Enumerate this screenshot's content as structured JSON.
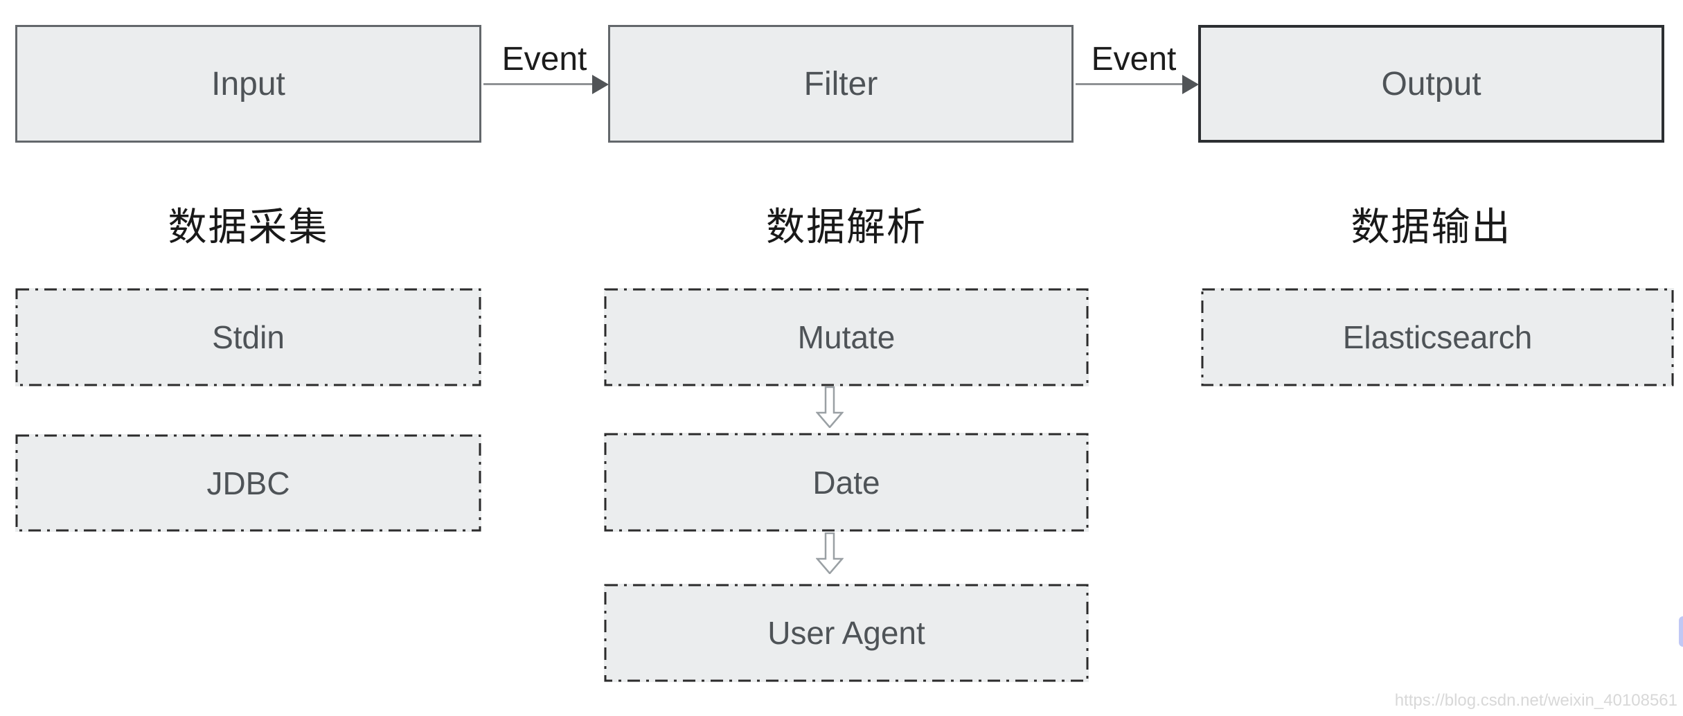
{
  "diagram": {
    "stages": [
      {
        "label": "Input",
        "category": "数据采集",
        "plugins": [
          "Stdin",
          "JDBC"
        ]
      },
      {
        "label": "Filter",
        "category": "数据解析",
        "plugins": [
          "Mutate",
          "Date",
          "User Agent"
        ]
      },
      {
        "label": "Output",
        "category": "数据输出",
        "plugins": [
          "Elasticsearch"
        ]
      }
    ],
    "edges": [
      {
        "label": "Event"
      },
      {
        "label": "Event"
      }
    ]
  },
  "watermark": {
    "text": "https://blog.csdn.net/weixin_40108561"
  },
  "colors": {
    "box_fill": "#ebedee",
    "solid_border": "#63676b",
    "output_border": "#2c2f32",
    "dashed_border": "#2c2c2c",
    "box_text": "#4e5357",
    "heading_text": "#191919",
    "arrow_line": "#8f9295",
    "arrow_head": "#515457",
    "watermark": "#d8d8d8"
  }
}
